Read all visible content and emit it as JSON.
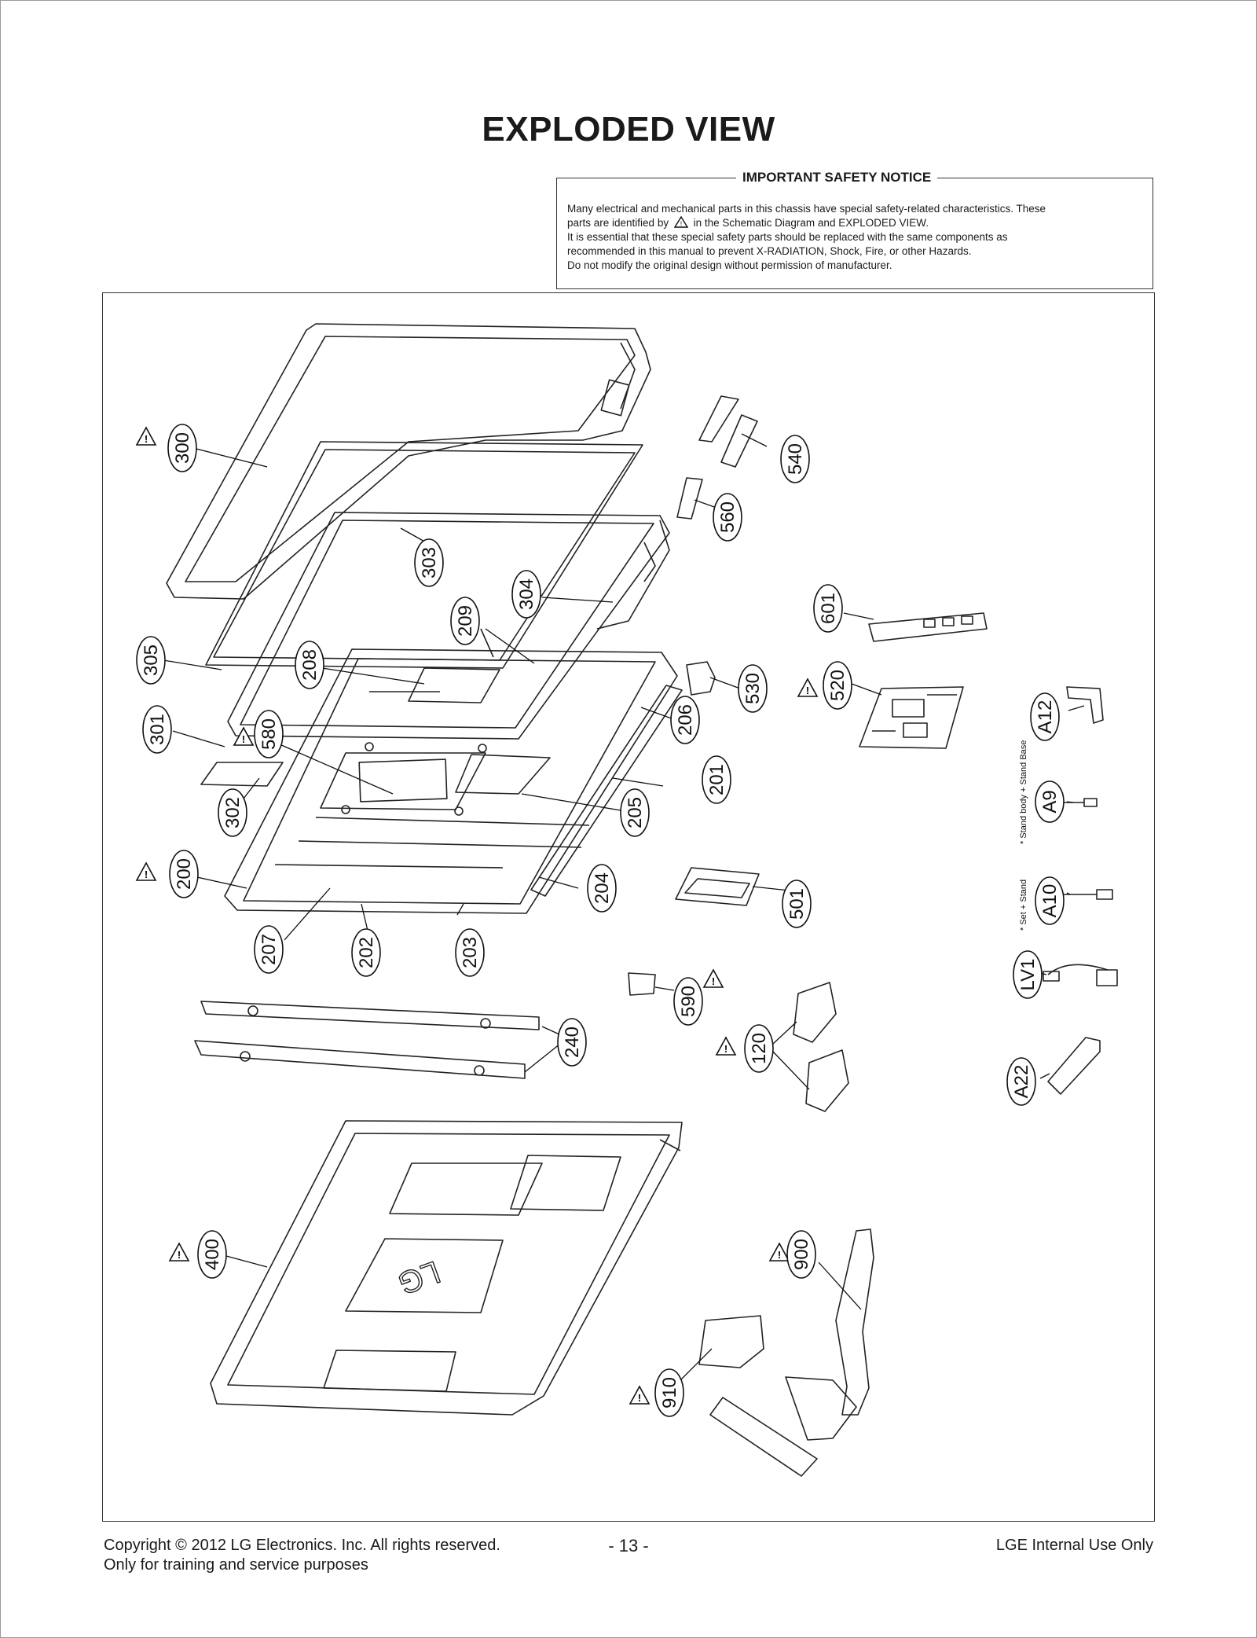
{
  "page": {
    "title": "EXPLODED VIEW",
    "page_number": "- 13 -"
  },
  "notice": {
    "title": "IMPORTANT SAFETY NOTICE",
    "line1": "Many electrical and mechanical parts in this chassis have special safety-related characteristics. These",
    "line2_pre": "parts are identified by",
    "line2_post": "in the Schematic Diagram and EXPLODED VIEW.",
    "line3": "It is essential that these special safety parts should be replaced with the same components as",
    "line4": "recommended in this manual to prevent X-RADIATION, Shock, Fire, or other Hazards.",
    "line5": "Do not modify the original design without permission of manufacturer."
  },
  "callouts": [
    "300",
    "305",
    "303",
    "304",
    "209",
    "208",
    "301",
    "580",
    "302",
    "200",
    "207",
    "202",
    "203",
    "204",
    "205",
    "201",
    "206",
    "530",
    "540",
    "560",
    "601",
    "520",
    "501",
    "590",
    "240",
    "120",
    "400",
    "900",
    "910",
    "A12",
    "A9",
    "A10",
    "LV1",
    "A22"
  ],
  "side_notes": {
    "stand_body_base": "* Stand body + Stand Base",
    "set_stand": "* Set + Stand"
  },
  "footer": {
    "copyright": "Copyright  © 2012  LG Electronics. Inc. All rights reserved.",
    "training": "Only for training and service purposes",
    "internal": "LGE Internal Use Only"
  },
  "icons": [
    "warning-triangle-icon",
    "lg-logo"
  ]
}
